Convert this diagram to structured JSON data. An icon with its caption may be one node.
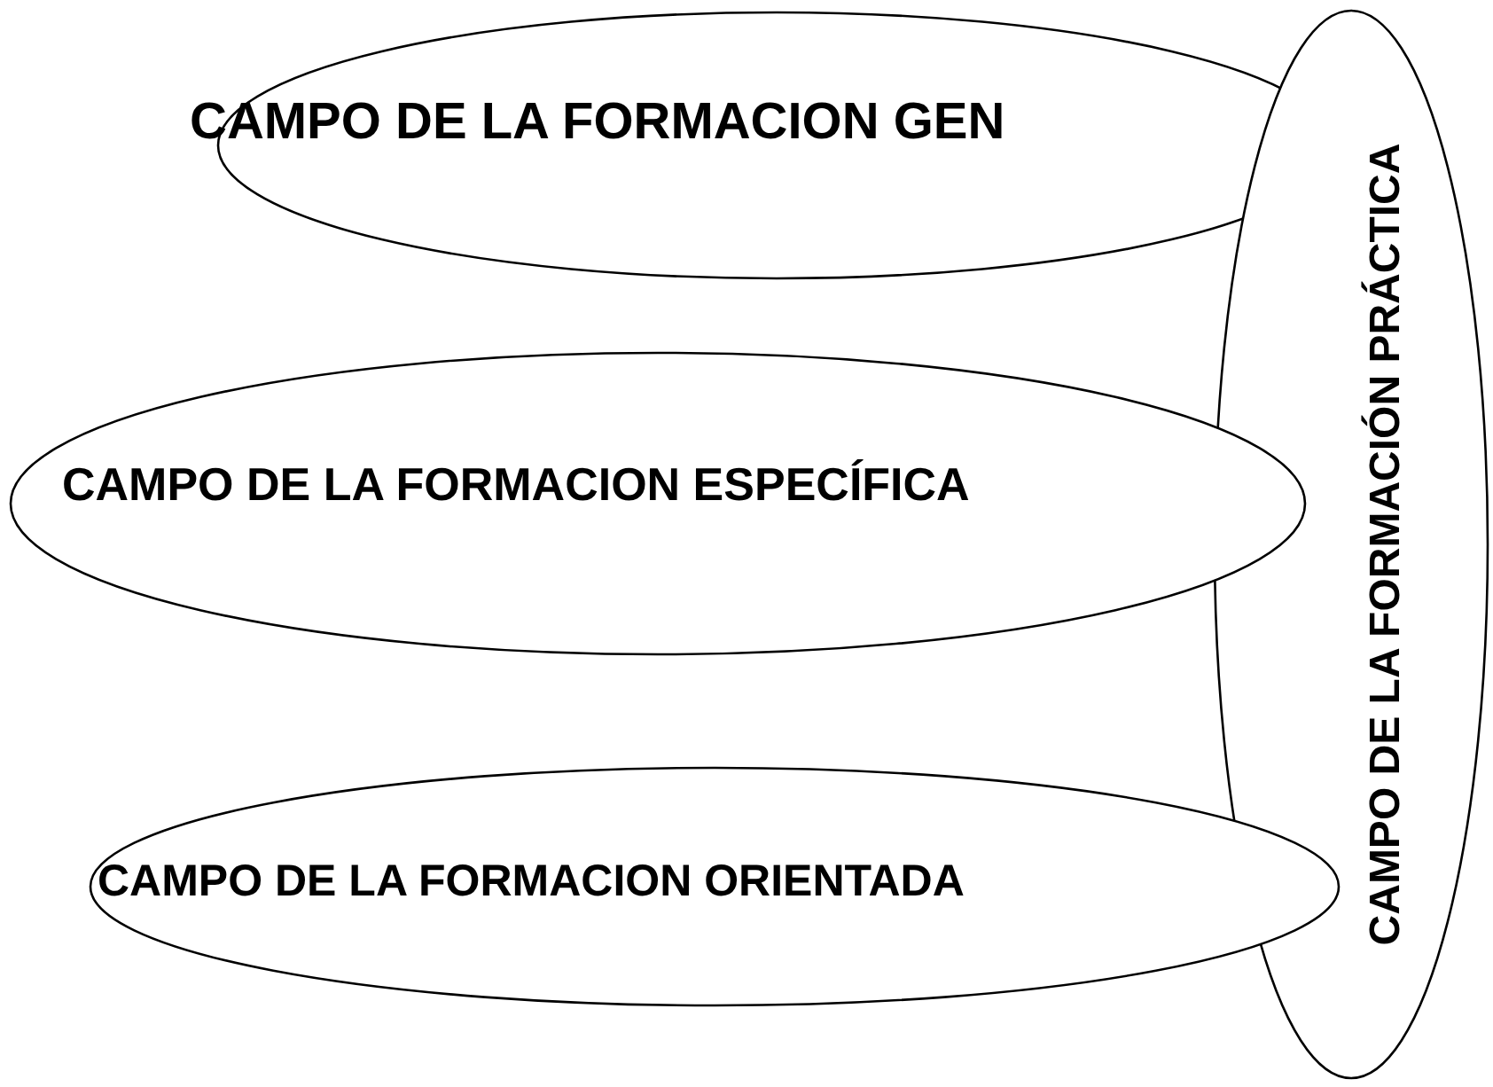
{
  "diagram": {
    "nodes": [
      {
        "text": [
          "CAMPO DE LA FORMACION GEN"
        ]
      },
      {
        "text": [
          "CAMPO DE LA FORMACION ESPECÍFICA"
        ]
      },
      {
        "text": [
          "CAMPO DE LA FORMACION ORIENTADA"
        ]
      },
      {
        "text": [
          "CAMPO DE LA FORMACIÓN PRÁCTICA"
        ]
      }
    ]
  }
}
